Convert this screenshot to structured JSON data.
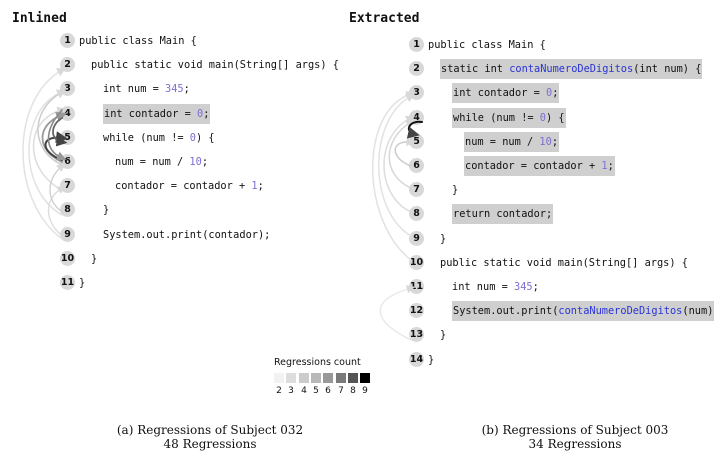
{
  "left_panel": {
    "title": "Inlined",
    "lines": [
      {
        "n": "1",
        "segs": [
          {
            "t": "public class Main {"
          }
        ]
      },
      {
        "n": "2",
        "segs": [
          {
            "t": "public static void main(String[] args) {"
          }
        ]
      },
      {
        "n": "3",
        "segs": [
          {
            "t": "int num = "
          },
          {
            "t": "345",
            "k": "num"
          },
          {
            "t": ";"
          }
        ]
      },
      {
        "n": "4",
        "hl": true,
        "segs": [
          {
            "t": "int contador = "
          },
          {
            "t": "0",
            "k": "num"
          },
          {
            "t": ";"
          }
        ]
      },
      {
        "n": "5",
        "segs": [
          {
            "t": "while (num != "
          },
          {
            "t": "0",
            "k": "num"
          },
          {
            "t": ") {"
          }
        ]
      },
      {
        "n": "6",
        "segs": [
          {
            "t": "num = num / "
          },
          {
            "t": "10",
            "k": "num"
          },
          {
            "t": ";"
          }
        ]
      },
      {
        "n": "7",
        "segs": [
          {
            "t": "contador = contador + "
          },
          {
            "t": "1",
            "k": "num"
          },
          {
            "t": ";"
          }
        ]
      },
      {
        "n": "8",
        "segs": [
          {
            "t": "}"
          }
        ]
      },
      {
        "n": "9",
        "segs": [
          {
            "t": "System.out.print(contador);"
          }
        ]
      },
      {
        "n": "10",
        "segs": [
          {
            "t": "}"
          }
        ]
      },
      {
        "n": "11",
        "segs": [
          {
            "t": "}"
          }
        ]
      }
    ],
    "caption_line1": "(a) Regressions of Subject 032",
    "caption_line2": "48 Regressions"
  },
  "right_panel": {
    "title": "Extracted",
    "lines": [
      {
        "n": "1",
        "segs": [
          {
            "t": "public class Main {"
          }
        ]
      },
      {
        "n": "2",
        "hl": true,
        "segs": [
          {
            "t": "static int "
          },
          {
            "t": "contaNumeroDeDigitos",
            "k": "fn"
          },
          {
            "t": "(int num) {"
          }
        ]
      },
      {
        "n": "3",
        "hl": true,
        "segs": [
          {
            "t": "int contador = "
          },
          {
            "t": "0",
            "k": "num"
          },
          {
            "t": ";"
          }
        ]
      },
      {
        "n": "4",
        "hl": true,
        "segs": [
          {
            "t": "while (num != "
          },
          {
            "t": "0",
            "k": "num"
          },
          {
            "t": ") {"
          }
        ]
      },
      {
        "n": "5",
        "hl": true,
        "segs": [
          {
            "t": "num = num / "
          },
          {
            "t": "10",
            "k": "num"
          },
          {
            "t": ";"
          }
        ]
      },
      {
        "n": "6",
        "hl": true,
        "segs": [
          {
            "t": "contador = contador + "
          },
          {
            "t": "1",
            "k": "num"
          },
          {
            "t": ";"
          }
        ]
      },
      {
        "n": "7",
        "segs": [
          {
            "t": "}"
          }
        ]
      },
      {
        "n": "8",
        "hl": true,
        "segs": [
          {
            "t": "return contador;"
          }
        ]
      },
      {
        "n": "9",
        "segs": [
          {
            "t": "}"
          }
        ]
      },
      {
        "n": "10",
        "segs": [
          {
            "t": "public static void main(String[] args) {"
          }
        ]
      },
      {
        "n": "11",
        "segs": [
          {
            "t": "int num = "
          },
          {
            "t": "345",
            "k": "num"
          },
          {
            "t": ";"
          }
        ]
      },
      {
        "n": "12",
        "hl": true,
        "segs": [
          {
            "t": "System.out.print("
          },
          {
            "t": "contaNumeroDeDigitos",
            "k": "fn"
          },
          {
            "t": "(num));"
          }
        ]
      },
      {
        "n": "13",
        "segs": [
          {
            "t": "}"
          }
        ]
      },
      {
        "n": "14",
        "segs": [
          {
            "t": "}"
          }
        ]
      }
    ],
    "caption_line1": "(b) Regressions of Subject 003",
    "caption_line2": "34 Regressions"
  },
  "legend": {
    "title": "Regressions count",
    "items": [
      {
        "label": "2",
        "color": "#f2f2f2"
      },
      {
        "label": "3",
        "color": "#dddddd"
      },
      {
        "label": "4",
        "color": "#cccccc"
      },
      {
        "label": "5",
        "color": "#b8b8b8"
      },
      {
        "label": "6",
        "color": "#999999"
      },
      {
        "label": "7",
        "color": "#7a7a7a"
      },
      {
        "label": "8",
        "color": "#555555"
      },
      {
        "label": "9",
        "color": "#000000"
      }
    ]
  }
}
